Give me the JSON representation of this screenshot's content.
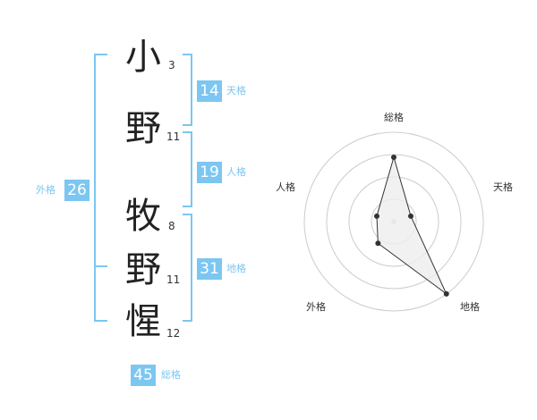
{
  "name": {
    "surname": [
      {
        "char": "小",
        "strokes": "3"
      },
      {
        "char": "野",
        "strokes": "11"
      }
    ],
    "given": [
      {
        "char": "牧",
        "strokes": "8"
      },
      {
        "char": "野",
        "strokes": "11"
      },
      {
        "char": "惺",
        "strokes": "12"
      }
    ]
  },
  "kakusu": {
    "tenkaku": {
      "value": "14",
      "label": "天格"
    },
    "jinkaku": {
      "value": "19",
      "label": "人格"
    },
    "chikaku": {
      "value": "31",
      "label": "地格"
    },
    "gaikaku": {
      "value": "26",
      "label": "外格"
    },
    "soukaku": {
      "value": "45",
      "label": "総格"
    }
  },
  "radar": {
    "axes": [
      "総格",
      "天格",
      "地格",
      "外格",
      "人格"
    ],
    "values": [
      0.72,
      0.2,
      1.0,
      0.3,
      0.2
    ],
    "colors": {
      "fill": "#eeeeee",
      "line": "#333333",
      "ring": "#cccccc",
      "bracket": "#7cc6f2"
    }
  }
}
